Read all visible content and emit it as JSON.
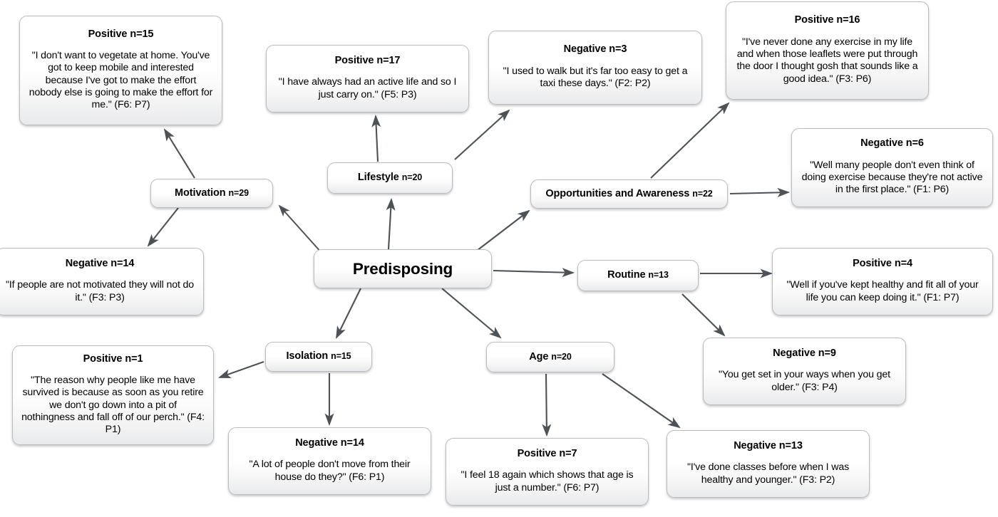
{
  "diagram": {
    "type": "concept-map",
    "root": {
      "id": "predisposing",
      "label": "Predisposing"
    },
    "categories": [
      {
        "id": "motivation",
        "label": "Motivation",
        "count": "n=29"
      },
      {
        "id": "lifestyle",
        "label": "Lifestyle",
        "count": "n=20"
      },
      {
        "id": "opportunities",
        "label": "Opportunities and Awareness",
        "count": "n=22"
      },
      {
        "id": "routine",
        "label": "Routine",
        "count": "n=13"
      },
      {
        "id": "isolation",
        "label": "Isolation",
        "count": "n=15"
      },
      {
        "id": "age",
        "label": "Age",
        "count": "n=20"
      }
    ],
    "quotes": [
      {
        "id": "motivation-positive",
        "parent": "motivation",
        "title": "Positive n=15",
        "quote": "\"I don't want to vegetate at home. You've got to keep mobile and interested because I've got to make the effort nobody else is going to make the effort for me.\" (F6: P7)"
      },
      {
        "id": "motivation-negative",
        "parent": "motivation",
        "title": "Negative n=14",
        "quote": "\"If people are not motivated they will not do it.\" (F3: P3)"
      },
      {
        "id": "lifestyle-positive",
        "parent": "lifestyle",
        "title": "Positive n=17",
        "quote": "\"I have always had an active life and so I just carry on.\" (F5: P3)"
      },
      {
        "id": "lifestyle-negative",
        "parent": "lifestyle",
        "title": "Negative n=3",
        "quote": "\"I used to walk but it's far too easy to get a taxi these days.\" (F2: P2)"
      },
      {
        "id": "opportunities-positive",
        "parent": "opportunities",
        "title": "Positive n=16",
        "quote": "\"I've never done any exercise in my life and when those leaflets were put through the door I thought gosh that sounds like a good idea.\" (F3: P6)"
      },
      {
        "id": "opportunities-negative",
        "parent": "opportunities",
        "title": "Negative n=6",
        "quote": "\"Well many people don't even think of doing exercise because they're not active in the first place.\" (F1: P6)"
      },
      {
        "id": "routine-positive",
        "parent": "routine",
        "title": "Positive n=4",
        "quote": "\"Well if you've kept healthy and fit all of your life you can keep doing it.\" (F1: P7)"
      },
      {
        "id": "routine-negative",
        "parent": "routine",
        "title": "Negative n=9",
        "quote": "\"You get set in your ways when you get older.\" (F3: P4)"
      },
      {
        "id": "isolation-positive",
        "parent": "isolation",
        "title": "Positive n=1",
        "quote": "\"The reason why people like me have survived is because as soon as you retire we don't go down into a pit of nothingness and fall off of our perch.\" (F4: P1)"
      },
      {
        "id": "isolation-negative",
        "parent": "isolation",
        "title": "Negative n=14",
        "quote": "\"A lot of people don't move from their house do they?\" (F6: P1)"
      },
      {
        "id": "age-positive",
        "parent": "age",
        "title": "Positive n=7",
        "quote": "\"I feel 18 again which shows that age is just a number.\" (F6: P7)"
      },
      {
        "id": "age-negative",
        "parent": "age",
        "title": "Negative n=13",
        "quote": "\"I've done classes before when I was healthy and younger.\" (F3: P2)"
      }
    ],
    "colors": {
      "edge": "#4d5256",
      "node_border": "#b9bcc0",
      "node_fill_top": "#ffffff",
      "node_fill_bottom": "#e9eaec",
      "text": "#000000",
      "background": "#ffffff"
    }
  }
}
